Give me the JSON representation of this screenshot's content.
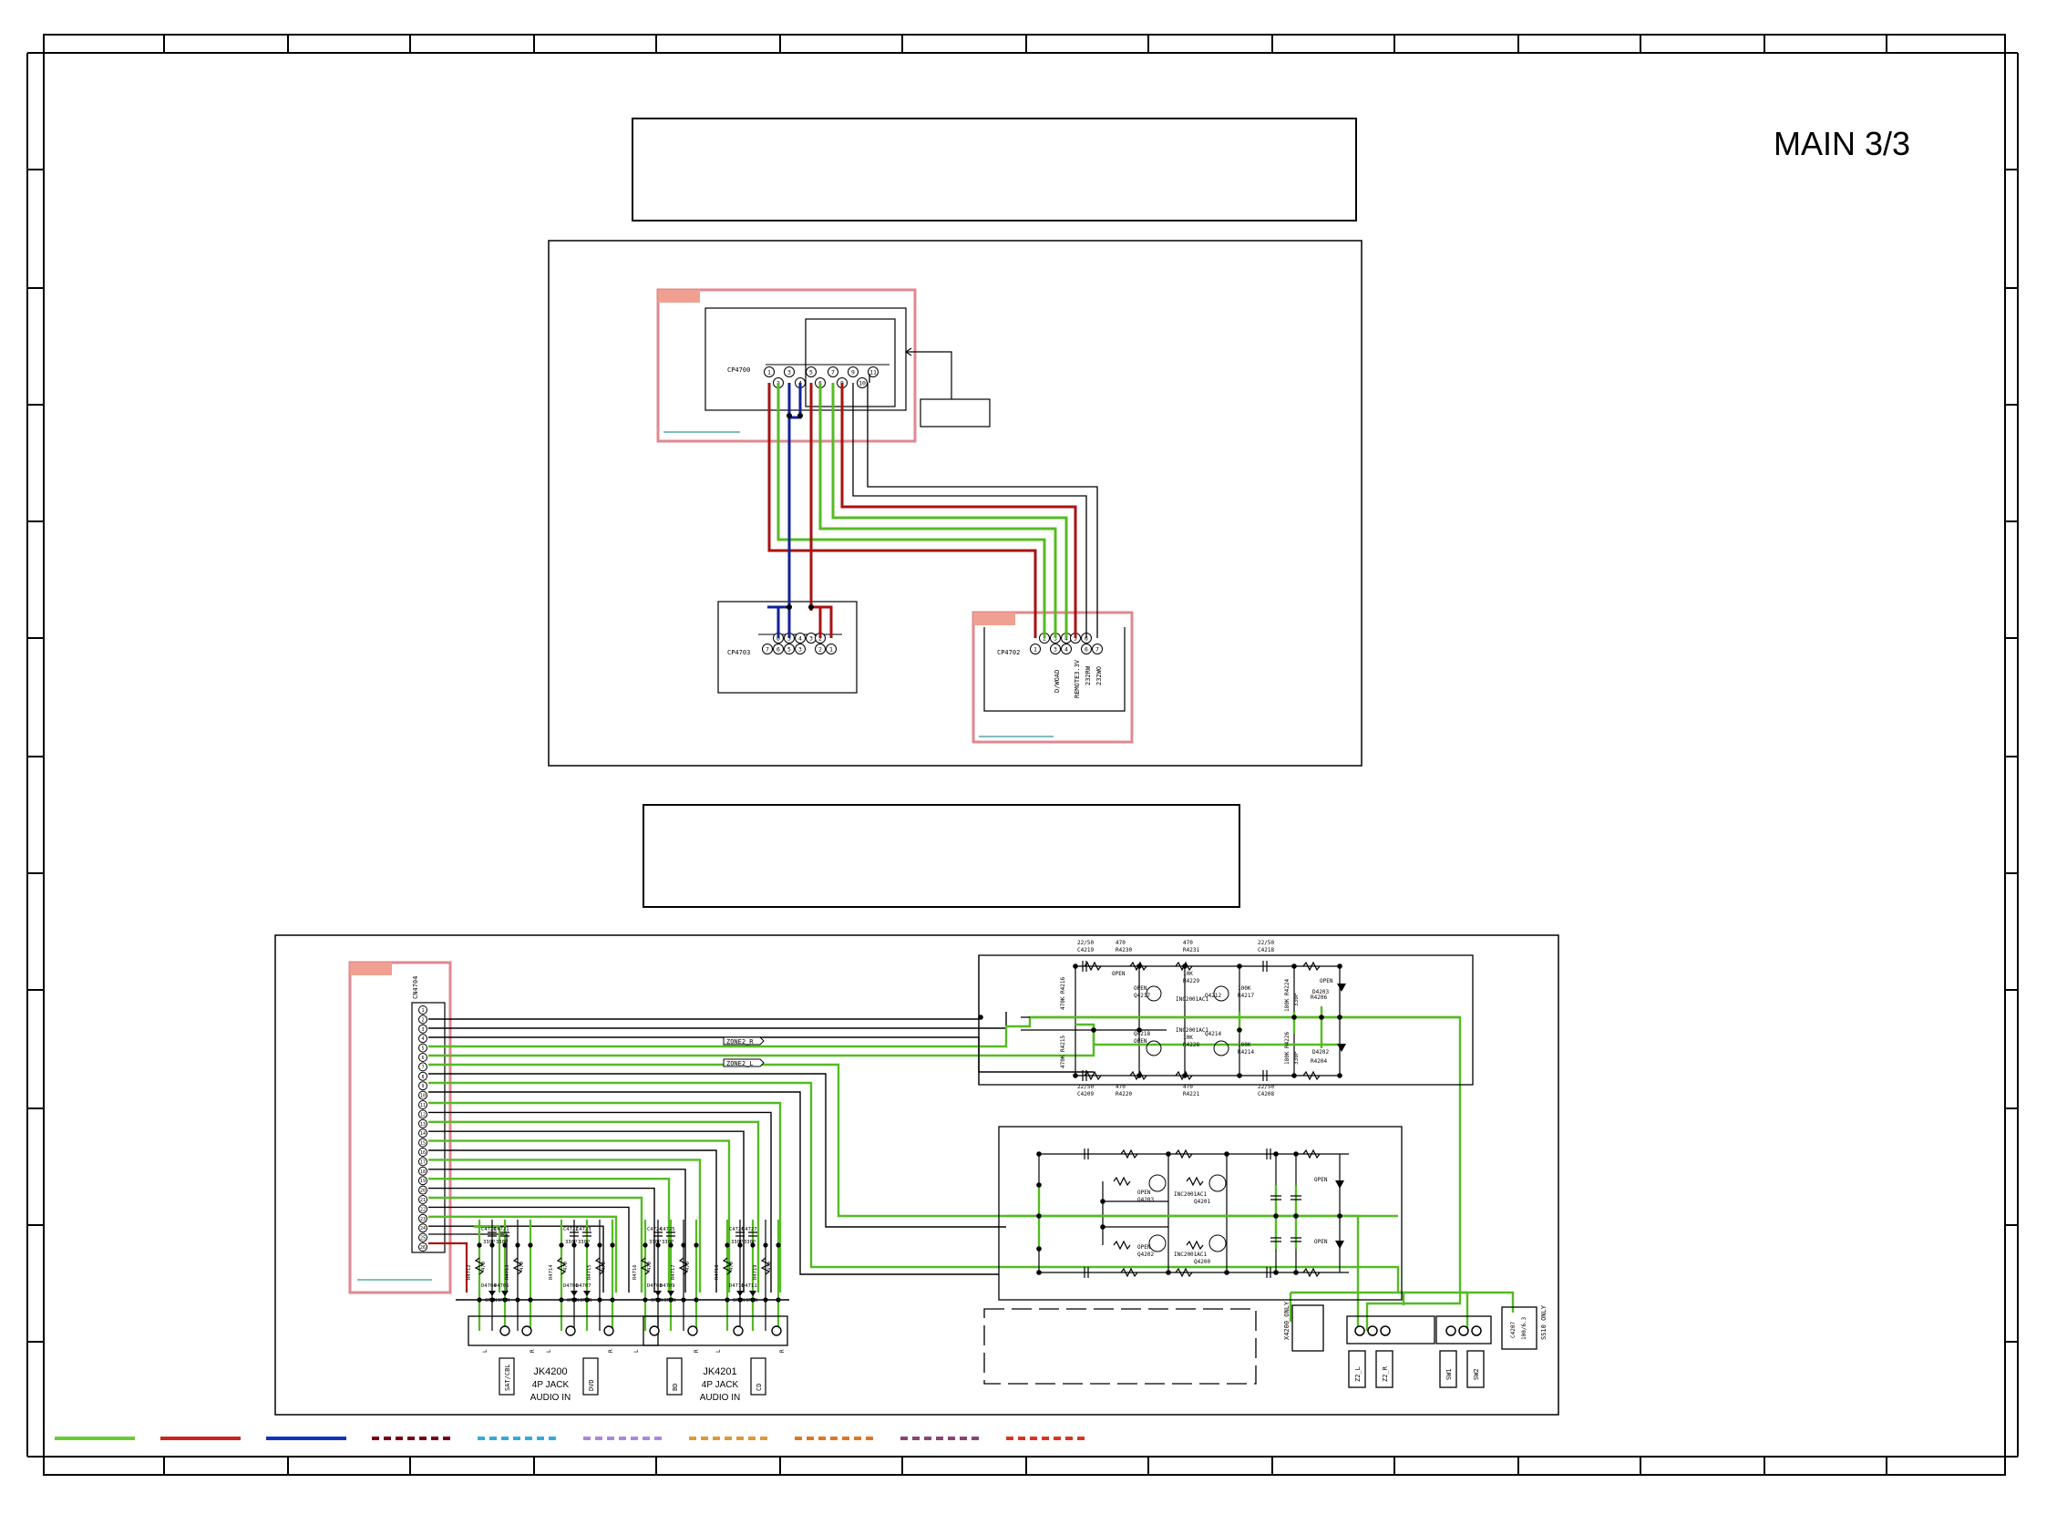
{
  "sheet": {
    "title": "MAIN 3/3"
  },
  "connector_diagram": {
    "cp4700": {
      "ref": "CP4700",
      "top_pins": [
        "1",
        "3",
        "5",
        "7",
        "9",
        "11"
      ],
      "bottom_pins": [
        "2",
        "4",
        "6",
        "8",
        "10"
      ]
    },
    "cp4703": {
      "ref": "CP4703",
      "top_pins": [
        "6",
        "5",
        "4",
        "3",
        "2"
      ],
      "bottom_pins": [
        "7",
        "6",
        "5",
        "3",
        "2",
        "1"
      ]
    },
    "cp4702": {
      "ref": "CP4702",
      "top_pins": [
        "2",
        "3",
        "4",
        "5",
        "6"
      ],
      "bottom_pins": [
        "1",
        "3",
        "4",
        "6",
        "7"
      ],
      "signals": [
        "D/WOAD",
        "REMOTE3.3V",
        "232RW",
        "232WO"
      ]
    }
  },
  "audio_section": {
    "cn4704": {
      "ref": "CN4704",
      "pins": [
        "1",
        "2",
        "3",
        "4",
        "5",
        "6",
        "7",
        "8",
        "9",
        "10",
        "11",
        "12",
        "13",
        "14",
        "15",
        "16",
        "17",
        "18",
        "19",
        "20",
        "21",
        "22",
        "23",
        "24",
        "25",
        "26"
      ]
    },
    "zone_tags": [
      "ZONE2_R",
      "ZONE2_L"
    ],
    "zone_amp": {
      "caps": [
        "22/50 C4219",
        "22/50 C4218",
        "22/50 C4209",
        "22/50 C4208"
      ],
      "resistors": [
        "470 R4230",
        "470 R4231",
        "470 R4220",
        "470 R4221",
        "10K R4229",
        "10K R4228",
        "100K R4217",
        "100K R4214",
        "470K R4216",
        "470K R4215",
        "180K R4224",
        "180K R4226",
        "R4206",
        "R4204"
      ],
      "transistors": [
        "Q4217",
        "Q4212",
        "Q4218",
        "Q4214"
      ],
      "labels": [
        "OPEN",
        "OPEN",
        "OPEN",
        "OPEN",
        "INC2001AC1",
        "INC2001AC1",
        "D4203",
        "D4202",
        "330P",
        "330P"
      ]
    },
    "sub_amp": {
      "transistors": [
        "Q4203",
        "Q4202",
        "Q4201",
        "Q4200"
      ],
      "labels": [
        "OPEN",
        "OPEN",
        "OPEN",
        "OPEN",
        "INC2001AC1",
        "INC2001AC1"
      ]
    },
    "input_filters": {
      "caps": [
        "C4720",
        "C4721",
        "C4722",
        "C4723",
        "C4724",
        "C4725",
        "C4726",
        "C4727"
      ],
      "cap_value": "330P",
      "resistors": [
        "R4712",
        "R4713",
        "R4714",
        "R4715",
        "R4716",
        "R4717",
        "R4718",
        "R4719"
      ],
      "res_value": "470",
      "diodes": [
        "D4704",
        "D4705",
        "D4706",
        "D4707",
        "D4708",
        "D4709",
        "D4710",
        "D4711"
      ],
      "diode_value": "OPEN"
    },
    "jacks": [
      {
        "ref": "JK4200",
        "type": "4P JACK",
        "func": "AUDIO IN",
        "inputs": [
          "SAT/CBL",
          "DVD"
        ]
      },
      {
        "ref": "JK4201",
        "type": "4P JACK",
        "func": "AUDIO IN",
        "inputs": [
          "BD",
          "CD"
        ]
      }
    ],
    "outputs": {
      "x_note": "X4200 ONLY",
      "zone_outs": [
        "Z2_L",
        "Z2_R"
      ],
      "sw_outs": [
        "SW1",
        "SW2"
      ],
      "cap_c4207": "C4207",
      "cap_c4207_value": "100/6.3",
      "s_note": "SS10 ONLY"
    }
  },
  "legend": {
    "colors": [
      "#66cc33",
      "#cc2222",
      "#1133bb",
      "#770011",
      "#33aadd",
      "#aa88dd",
      "#dd9933",
      "#dd7722",
      "#884477",
      "#dd3322"
    ],
    "dashed": [
      false,
      false,
      false,
      true,
      true,
      true,
      true,
      true,
      true,
      true
    ]
  }
}
